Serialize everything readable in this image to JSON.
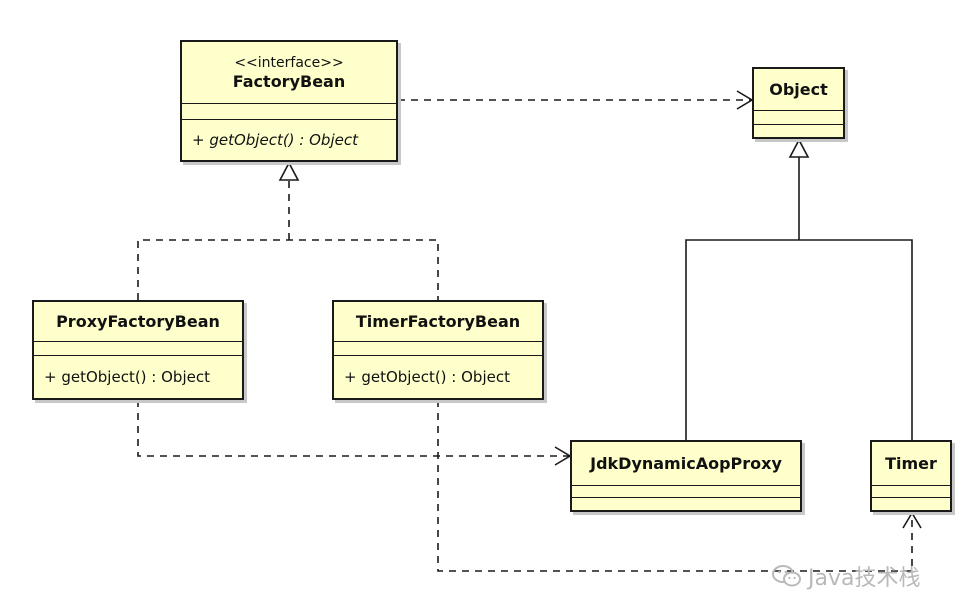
{
  "classes": {
    "factory_bean": {
      "stereotype": "<<interface>>",
      "name": "FactoryBean",
      "operation": "+ getObject() : Object"
    },
    "object": {
      "name": "Object"
    },
    "proxy_factory_bean": {
      "name": "ProxyFactoryBean",
      "operation": "+ getObject() : Object"
    },
    "timer_factory_bean": {
      "name": "TimerFactoryBean",
      "operation": "+ getObject() : Object"
    },
    "jdk_dynamic_aop_proxy": {
      "name": "JdkDynamicAopProxy"
    },
    "timer": {
      "name": "Timer"
    }
  },
  "watermark": {
    "text": "Java技术栈"
  },
  "colors": {
    "class_fill": "#ffffcc",
    "line": "#1a1a1a",
    "watermark": "#b9b9b9"
  }
}
